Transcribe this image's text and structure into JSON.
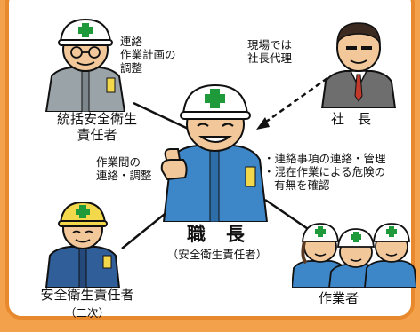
{
  "diagram": {
    "top_partial_text": "",
    "labels": {
      "coordinator_role": {
        "line1": "統括安全衛生",
        "line2": "責任者"
      },
      "coordinator_duty": {
        "line1": "連絡",
        "line2": "作業計画の",
        "line3": "調整"
      },
      "president": "社　長",
      "president_note": {
        "line1": "現場では",
        "line2": "社長代理"
      },
      "foreman": "職　長",
      "foreman_sub": "（安全衛生責任者）",
      "foreman_duty_left": {
        "line1": "作業間の",
        "line2": "連絡・調整"
      },
      "foreman_duty_right": {
        "line1": "・連絡事項の連絡・管理",
        "line2": "・混在作業による危険の",
        "line3": "有無を確認"
      },
      "subcontractor": "安全衛生責任者",
      "subcontractor_sub": "（二次）",
      "workers": "作業者"
    },
    "icons": {
      "coordinator": "worker-white-helmet-icon",
      "president": "president-suit-icon",
      "foreman": "foreman-thumbs-up-icon",
      "subcontractor": "worker-yellow-helmet-icon",
      "workers": "workers-group-icon"
    },
    "colors": {
      "frame": "#e8892d",
      "background_outer": "#f3a14a",
      "helmet_white": "#ffffff",
      "helmet_yellow": "#f2d84a",
      "cross_green": "#1f9a3a",
      "uniform_blue": "#3d86c8",
      "uniform_gray": "#9aa3a8",
      "suit_gray": "#6e6e6e"
    }
  }
}
